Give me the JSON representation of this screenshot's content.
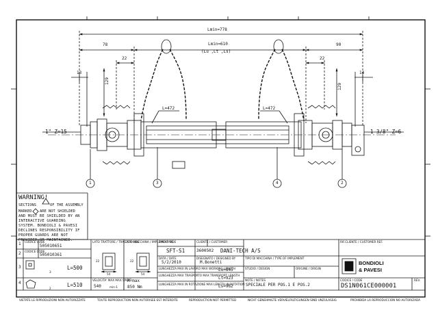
{
  "dimensions": {
    "l_min_total": "Lmin=778",
    "l_min_tube": "Lmin=610",
    "l_min_tube_sub": "(Lu ,Lt ,Ls)",
    "left_offset": "78",
    "right_offset": "90",
    "left_22": "22",
    "right_22": "22",
    "left_13": "13",
    "right_14": "14",
    "left_dia": "129",
    "right_dia": "129",
    "guard_left": "L=472",
    "guard_right": "L=472",
    "spline_left": "1\" Z=15",
    "spline_right": "1 3/8\" Z=6"
  },
  "balloons": [
    "1",
    "3",
    "4",
    "2"
  ],
  "warning": {
    "title": "WARNING!",
    "text_a": "SECTIONS",
    "text_b": "OF THE ASSEMBLY",
    "text_c": "MARKED",
    "text_d": "ARE NOT SHIELDED",
    "body": "AND MUST BE SHIELDED BY AN INTERACTIVE GUARDING SYSTEM. BONDIOLI & PAVESI DECLINES RESPONSIBILITY IF PROPER GUARDS ARE NOT PROVIDED OR MAINTAINED."
  },
  "table": {
    "code_label": "CODICE CODE",
    "rows": [
      {
        "num": "1",
        "label": "CODICE CODE",
        "value": "505010651"
      },
      {
        "num": "2",
        "label": "CODICE CODE",
        "value": "505010361"
      },
      {
        "num": "3",
        "value": "L=500"
      },
      {
        "num": "4",
        "value": "L=510"
      }
    ],
    "dim_22": "22",
    "dim_54": "54",
    "dim_3": "3",
    "dim_2": "2",
    "lato_macchina": "LATO MACCHINA / IMPLEMENT SIDE",
    "lato_trattore": "LATO TRATTORE / TRACTOR SIDE",
    "dim_22b": "22",
    "dim_54b": "54",
    "vel_label": "VELOCITA' MAX MAX SPEED",
    "vel_value": "540",
    "vel_unit": "min-1",
    "m_max": "M max",
    "m_value": "850 Nm"
  },
  "title_block": {
    "tipo_label": "TIPO-TYPE",
    "tipo_value": "SFT-S1",
    "cliente_label": "CLIENTE / CUSTOMER",
    "cliente_code": "3600502",
    "cliente_name": "DANI-TECH A/S",
    "data_label": "DATA / DATE",
    "data_value": "5/2/2010",
    "disegnato_label": "DISEGNATO / DESIGNED BY",
    "disegnato_value": "M.Bonetti",
    "tipo_imp_label": "TIPO DI MACCHINA / TYPE OF IMPLEMENT",
    "lu_label": "LUNGHEZZA MAX IN LAVORO MAX WORKING LENGTH",
    "lu_value": "Lu=845",
    "lt_label": "LUNGHEZZA MAX TRASPORTO MAX TRANSPORT LENGTH",
    "lt_value": "Lt=923",
    "ls_label": "LUNGHEZZA MAX IN ROTAZIONE MAX LENGTH IN ROTATION",
    "ls_value": "Ls=962",
    "studio_label": "STUDIO / DESIGN",
    "origine_label": "ORIGINE / ORIGIN",
    "note_label": "NOTE / NOTES",
    "note_value": "SPECIALE PER POS.1 E POS.2",
    "rif_label": "RIF.CLIENTE / CUSTOMER REF.",
    "brand_line1": "BONDIOLI",
    "brand_line2": "& PAVESI",
    "codice_label": "CODICE / CODE",
    "codice_value": "DS1N061CE000001",
    "rev_label": "REV."
  },
  "footer": [
    "VIETATE LE RIPRODUZIONI NON AUTORIZZATE",
    "TOUTE REPRODUCTION NON AUTORISEE EST INTERDITE",
    "REPRODUCTION NOT PERMITTED",
    "NICHT GENEHMIGTE VERVIELFALTIGUNGEN SIND UNZULASSIG",
    "PROHIBIDA LA REPRODUCCION NO AUTORIZADA"
  ]
}
